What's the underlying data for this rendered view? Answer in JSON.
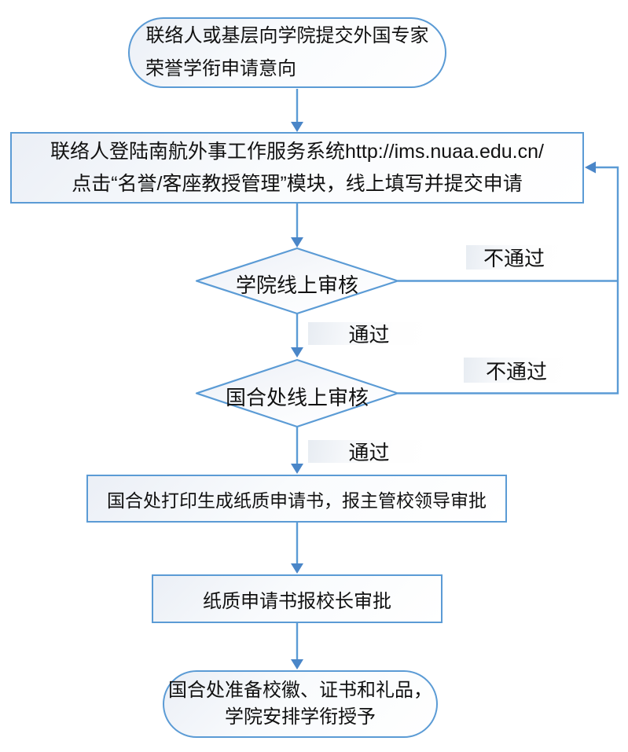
{
  "flowchart": {
    "nodes": {
      "start": {
        "type": "terminator",
        "line1": "联络人或基层向学院提交外国专家",
        "line2": "荣誉学衔申请意向"
      },
      "login": {
        "type": "process",
        "line1": "联络人登陆南航外事工作服务系统http://ims.nuaa.edu.cn/",
        "line2": "点击“名誉/客座教授管理”模块，线上填写并提交申请"
      },
      "college_review": {
        "type": "decision",
        "label": "学院线上审核"
      },
      "office_review": {
        "type": "decision",
        "label": "国合处线上审核"
      },
      "print_approval": {
        "type": "process",
        "label": "国合处打印生成纸质申请书，报主管校领导审批"
      },
      "president_approval": {
        "type": "process",
        "label": "纸质申请书报校长审批"
      },
      "end": {
        "type": "terminator",
        "line1": "国合处准备校徽、证书和礼品，",
        "line2": "学院安排学衔授予"
      }
    },
    "edge_labels": {
      "college_fail": "不通过",
      "college_pass": "通过",
      "office_fail": "不通过",
      "office_pass": "通过"
    },
    "colors": {
      "line": "#5b9bd5",
      "arrowhead": "#4a86c8",
      "shape_fill_top": "#ebeff6",
      "shape_fill_bottom": "#ffffff",
      "text": "#111111"
    }
  }
}
